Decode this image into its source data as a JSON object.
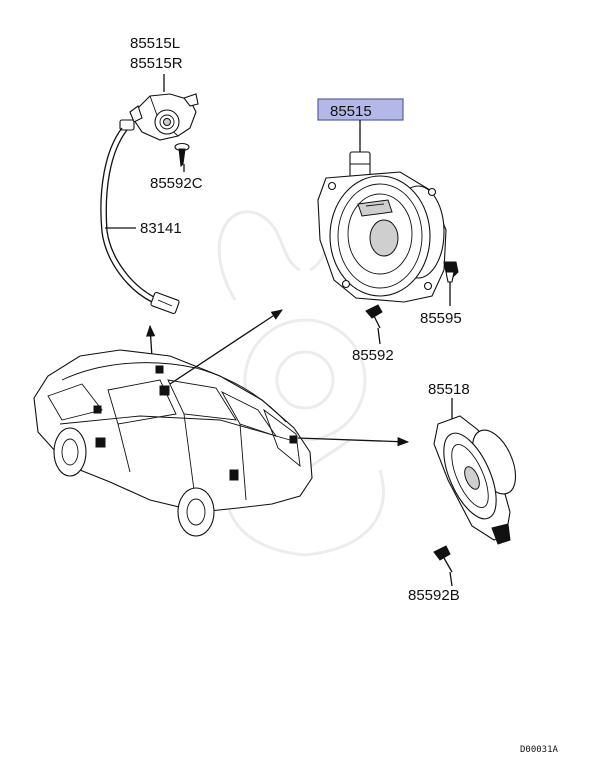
{
  "parts": {
    "tweeter_left": "85515L",
    "tweeter_right": "85515R",
    "screw_c": "85592C",
    "harness": "83141",
    "speaker_front": "85515",
    "clip": "85595",
    "screw": "85592",
    "speaker_rear": "85518",
    "screw_b": "85592B"
  },
  "diagram_code": "D00031A",
  "colors": {
    "highlight_fill": "#b4b8e6",
    "highlight_border": "#5a5fa8",
    "line": "#111111",
    "watermark": "#ececec"
  }
}
